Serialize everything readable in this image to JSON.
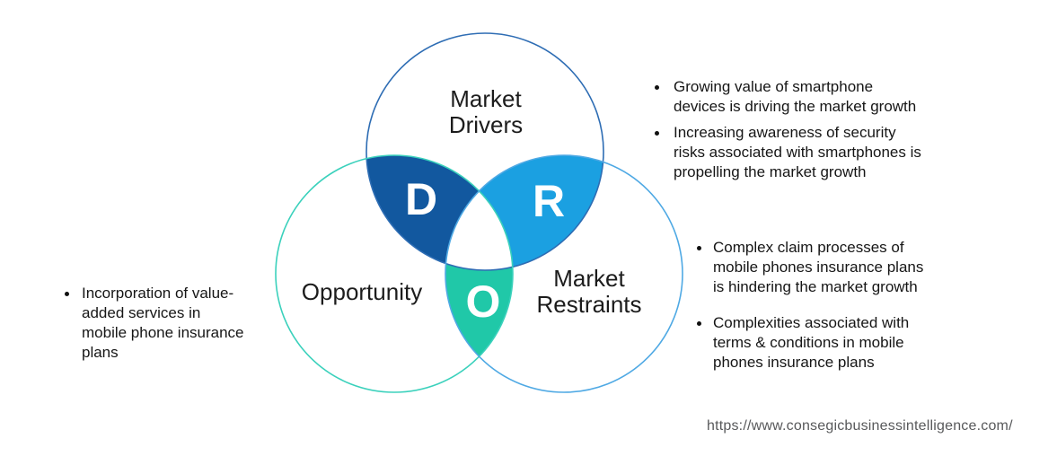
{
  "diagram": {
    "letters": {
      "drivers": "D",
      "restraints": "R",
      "opportunity": "O"
    },
    "labels": {
      "drivers": "Market\nDrivers",
      "restraints": "Market\nRestraints",
      "opportunity": "Opportunity"
    },
    "colors": {
      "drivers_lens_fill": "#12589F",
      "restraints_lens_fill": "#1BA0E1",
      "opportunity_lens_fill": "#20C8A8",
      "center_fill": "#FFFFFF",
      "drivers_circle_stroke": "#2E6DB4",
      "opportunity_circle_stroke": "#3BD1BC",
      "restraints_circle_stroke": "#4FA9E4",
      "letter_color": "#FFFFFF"
    }
  },
  "lists": {
    "drivers": {
      "items": [
        "Growing value of smartphone\ndevices is driving the market growth",
        "Increasing awareness of security\nrisks associated with smartphones is\npropelling the market growth"
      ]
    },
    "restraints": {
      "items": [
        "Complex claim processes of\nmobile phones insurance plans\nis hindering the market growth",
        "Complexities associated with\nterms & conditions in mobile\nphones insurance plans"
      ]
    },
    "opportunity": {
      "items": [
        "Incorporation of value-\nadded services in\nmobile phone insurance\nplans"
      ]
    }
  },
  "footer": {
    "url": "https://www.consegicbusinessintelligence.com/"
  }
}
